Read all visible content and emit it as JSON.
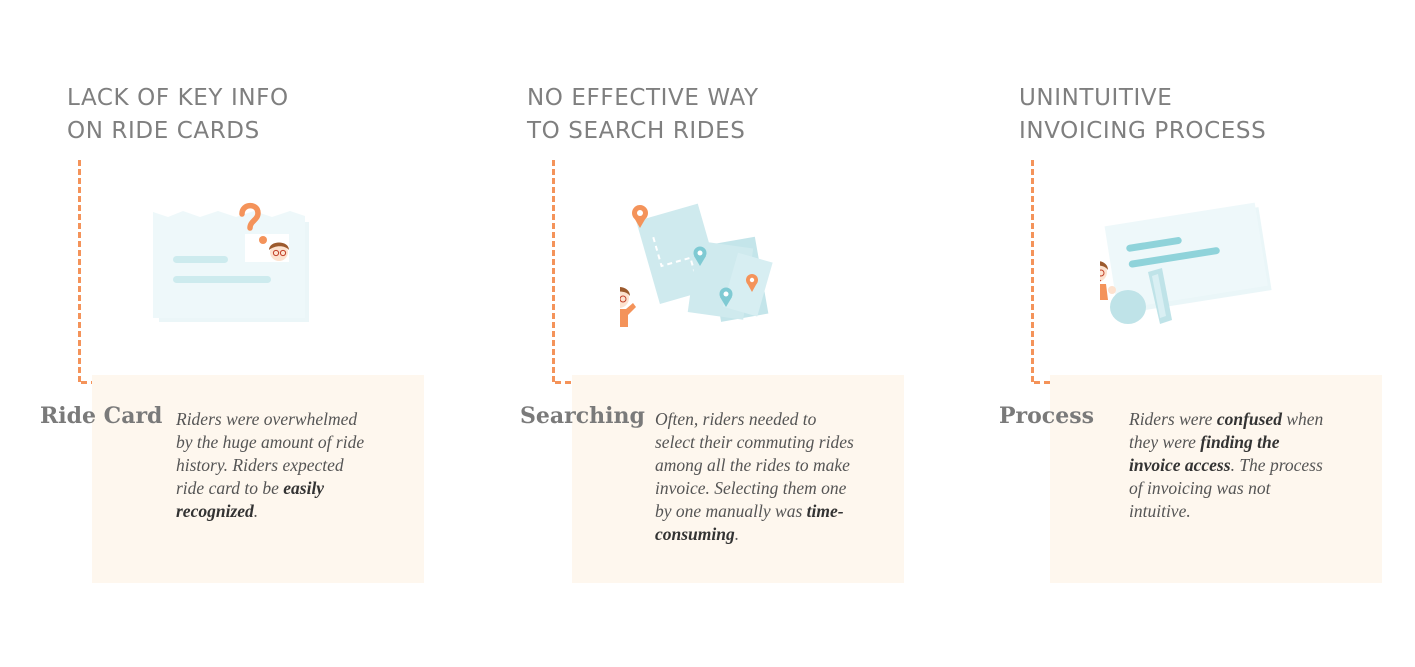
{
  "columns": [
    {
      "heading_lines": [
        "LACK OF KEY INFO",
        "ON RIDE CARDS"
      ],
      "label": "Ride Card",
      "desc": [
        {
          "text": "Riders were overwhelmed by the huge amount of ride history. Riders expected ride card to be ",
          "bold": false
        },
        {
          "text": "easily recognized",
          "bold": true
        },
        {
          "text": ".",
          "bold": false
        }
      ]
    },
    {
      "heading_lines": [
        "NO EFFECTIVE WAY",
        "TO SEARCH RIDES"
      ],
      "label": "Searching",
      "desc": [
        {
          "text": "Often, riders needed to select their commuting rides among all the rides to make invoice. Selecting them one by one manually was ",
          "bold": false
        },
        {
          "text": "time-consuming",
          "bold": true
        },
        {
          "text": ".",
          "bold": false
        }
      ]
    },
    {
      "heading_lines": [
        "UNINTUITIVE",
        "INVOICING PROCESS"
      ],
      "label": "Process",
      "desc": [
        {
          "text": "Riders were ",
          "bold": false
        },
        {
          "text": "confused",
          "bold": true
        },
        {
          "text": " when they were ",
          "bold": false
        },
        {
          "text": "finding the invoice access",
          "bold": true
        },
        {
          "text": ". The process of invoicing was not intuitive.",
          "bold": false
        }
      ]
    }
  ],
  "colors": {
    "accent": "#f4935a",
    "heading": "#7f7f7f",
    "card_bg": "#fef7ee",
    "teal": "#8fd3da",
    "pale_teal": "#eef8fa"
  }
}
